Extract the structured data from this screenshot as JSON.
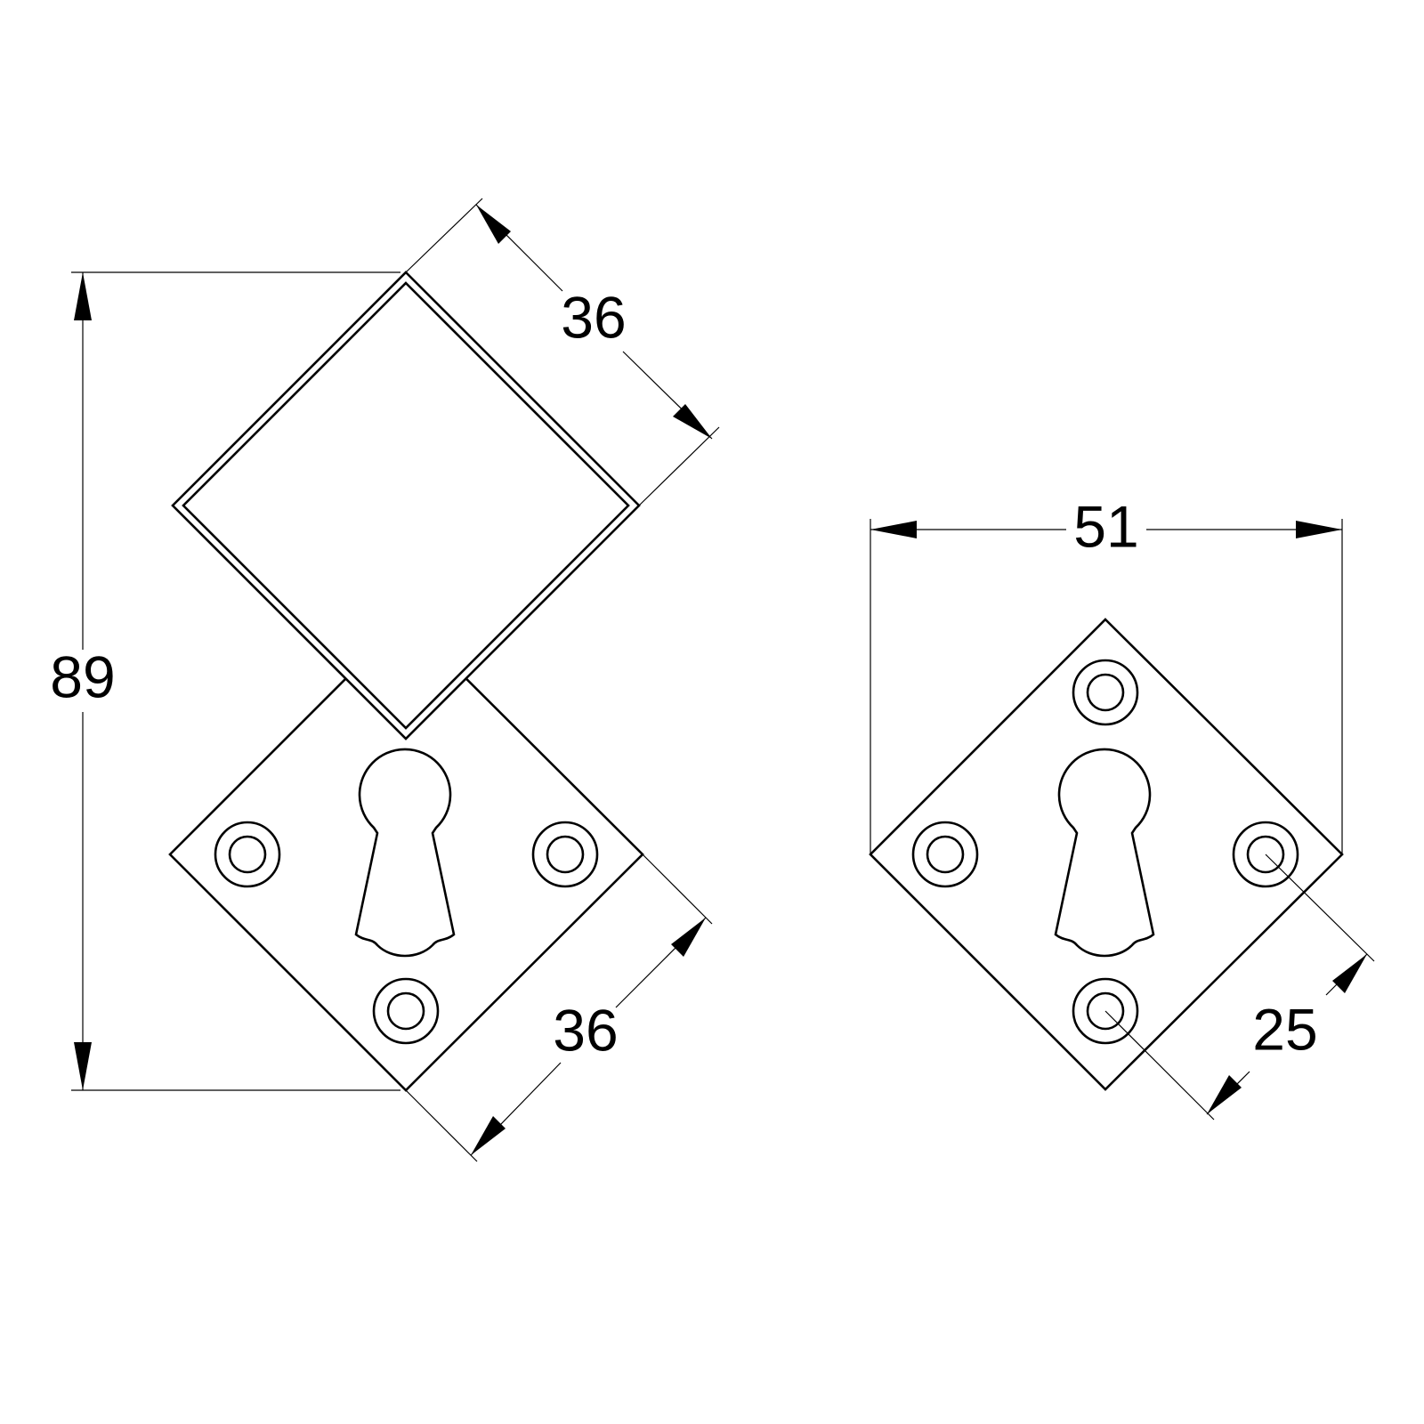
{
  "drawing": {
    "stroke_color": "#000000",
    "background": "#ffffff"
  },
  "dimensions": {
    "left_height": "89",
    "cover_side": "36",
    "plate_side": "36",
    "right_width": "51",
    "hole_spacing": "25"
  }
}
